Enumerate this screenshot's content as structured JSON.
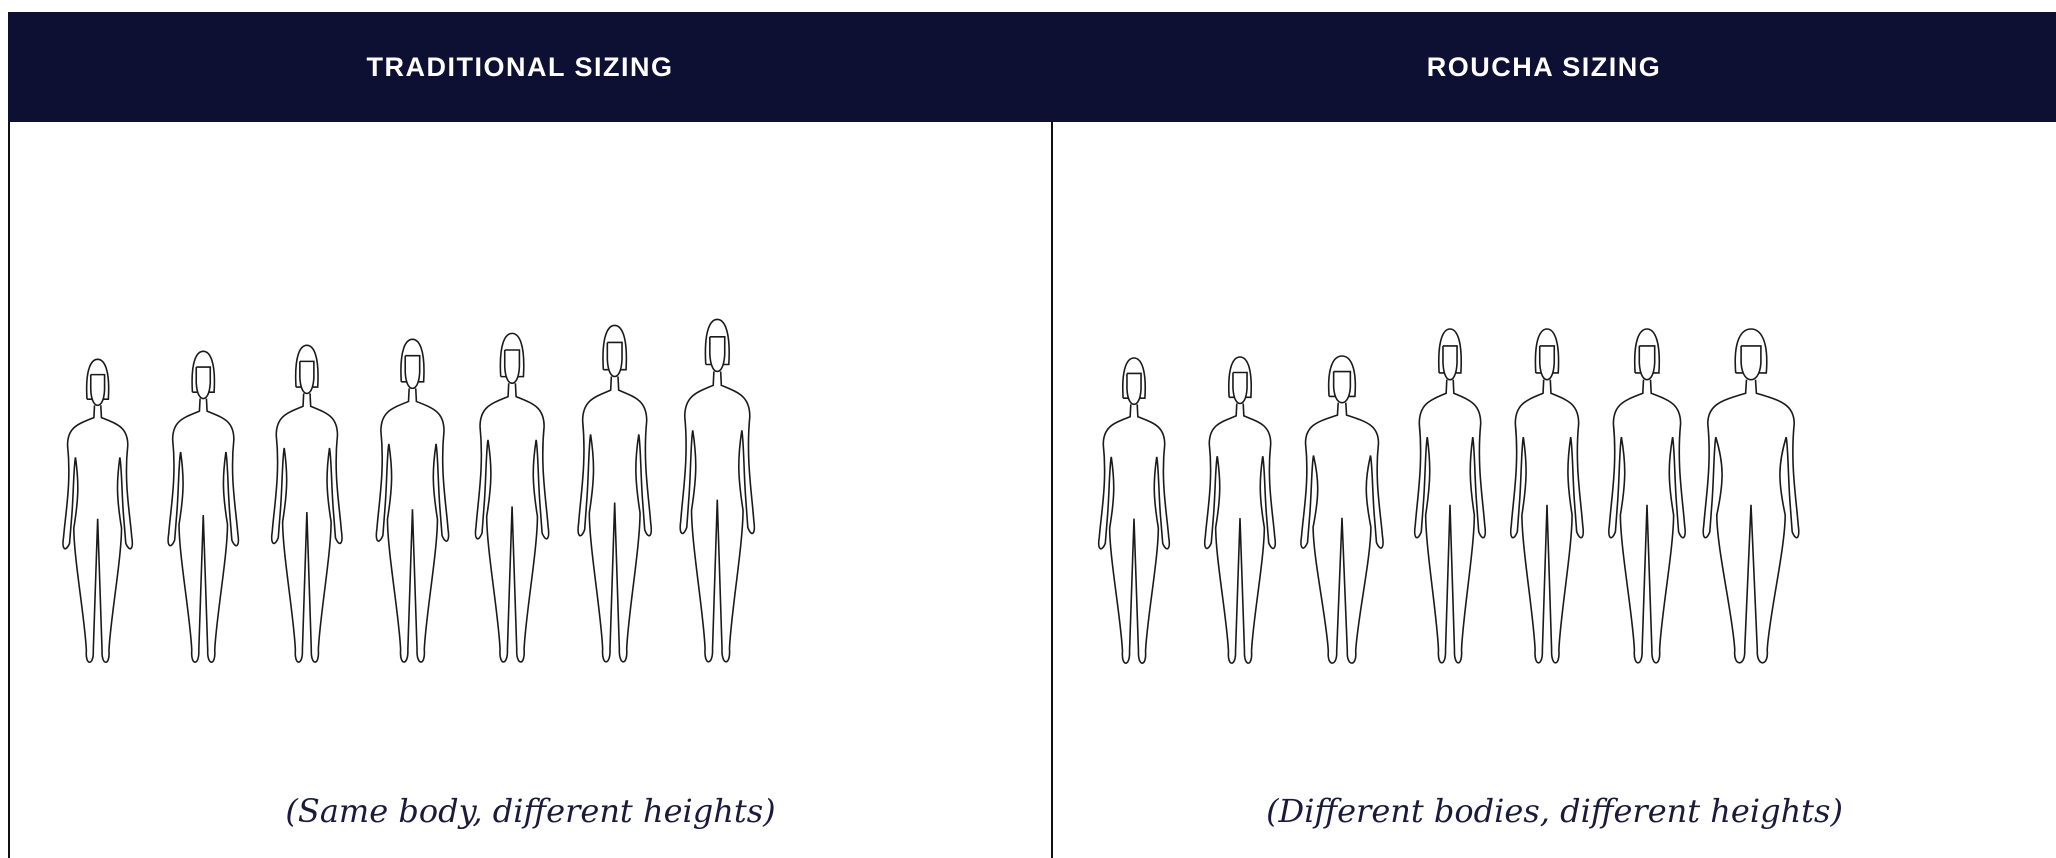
{
  "headers": {
    "traditional": "TRADITIONAL SIZING",
    "roucha": "ROUCHA SIZING"
  },
  "captions": {
    "traditional": "(Same body, different heights)",
    "roucha": "(Different bodies, different heights)"
  },
  "colors": {
    "header_bg": "#0d0f33",
    "header_text": "#ffffff",
    "outline": "#1a1a1a"
  }
}
